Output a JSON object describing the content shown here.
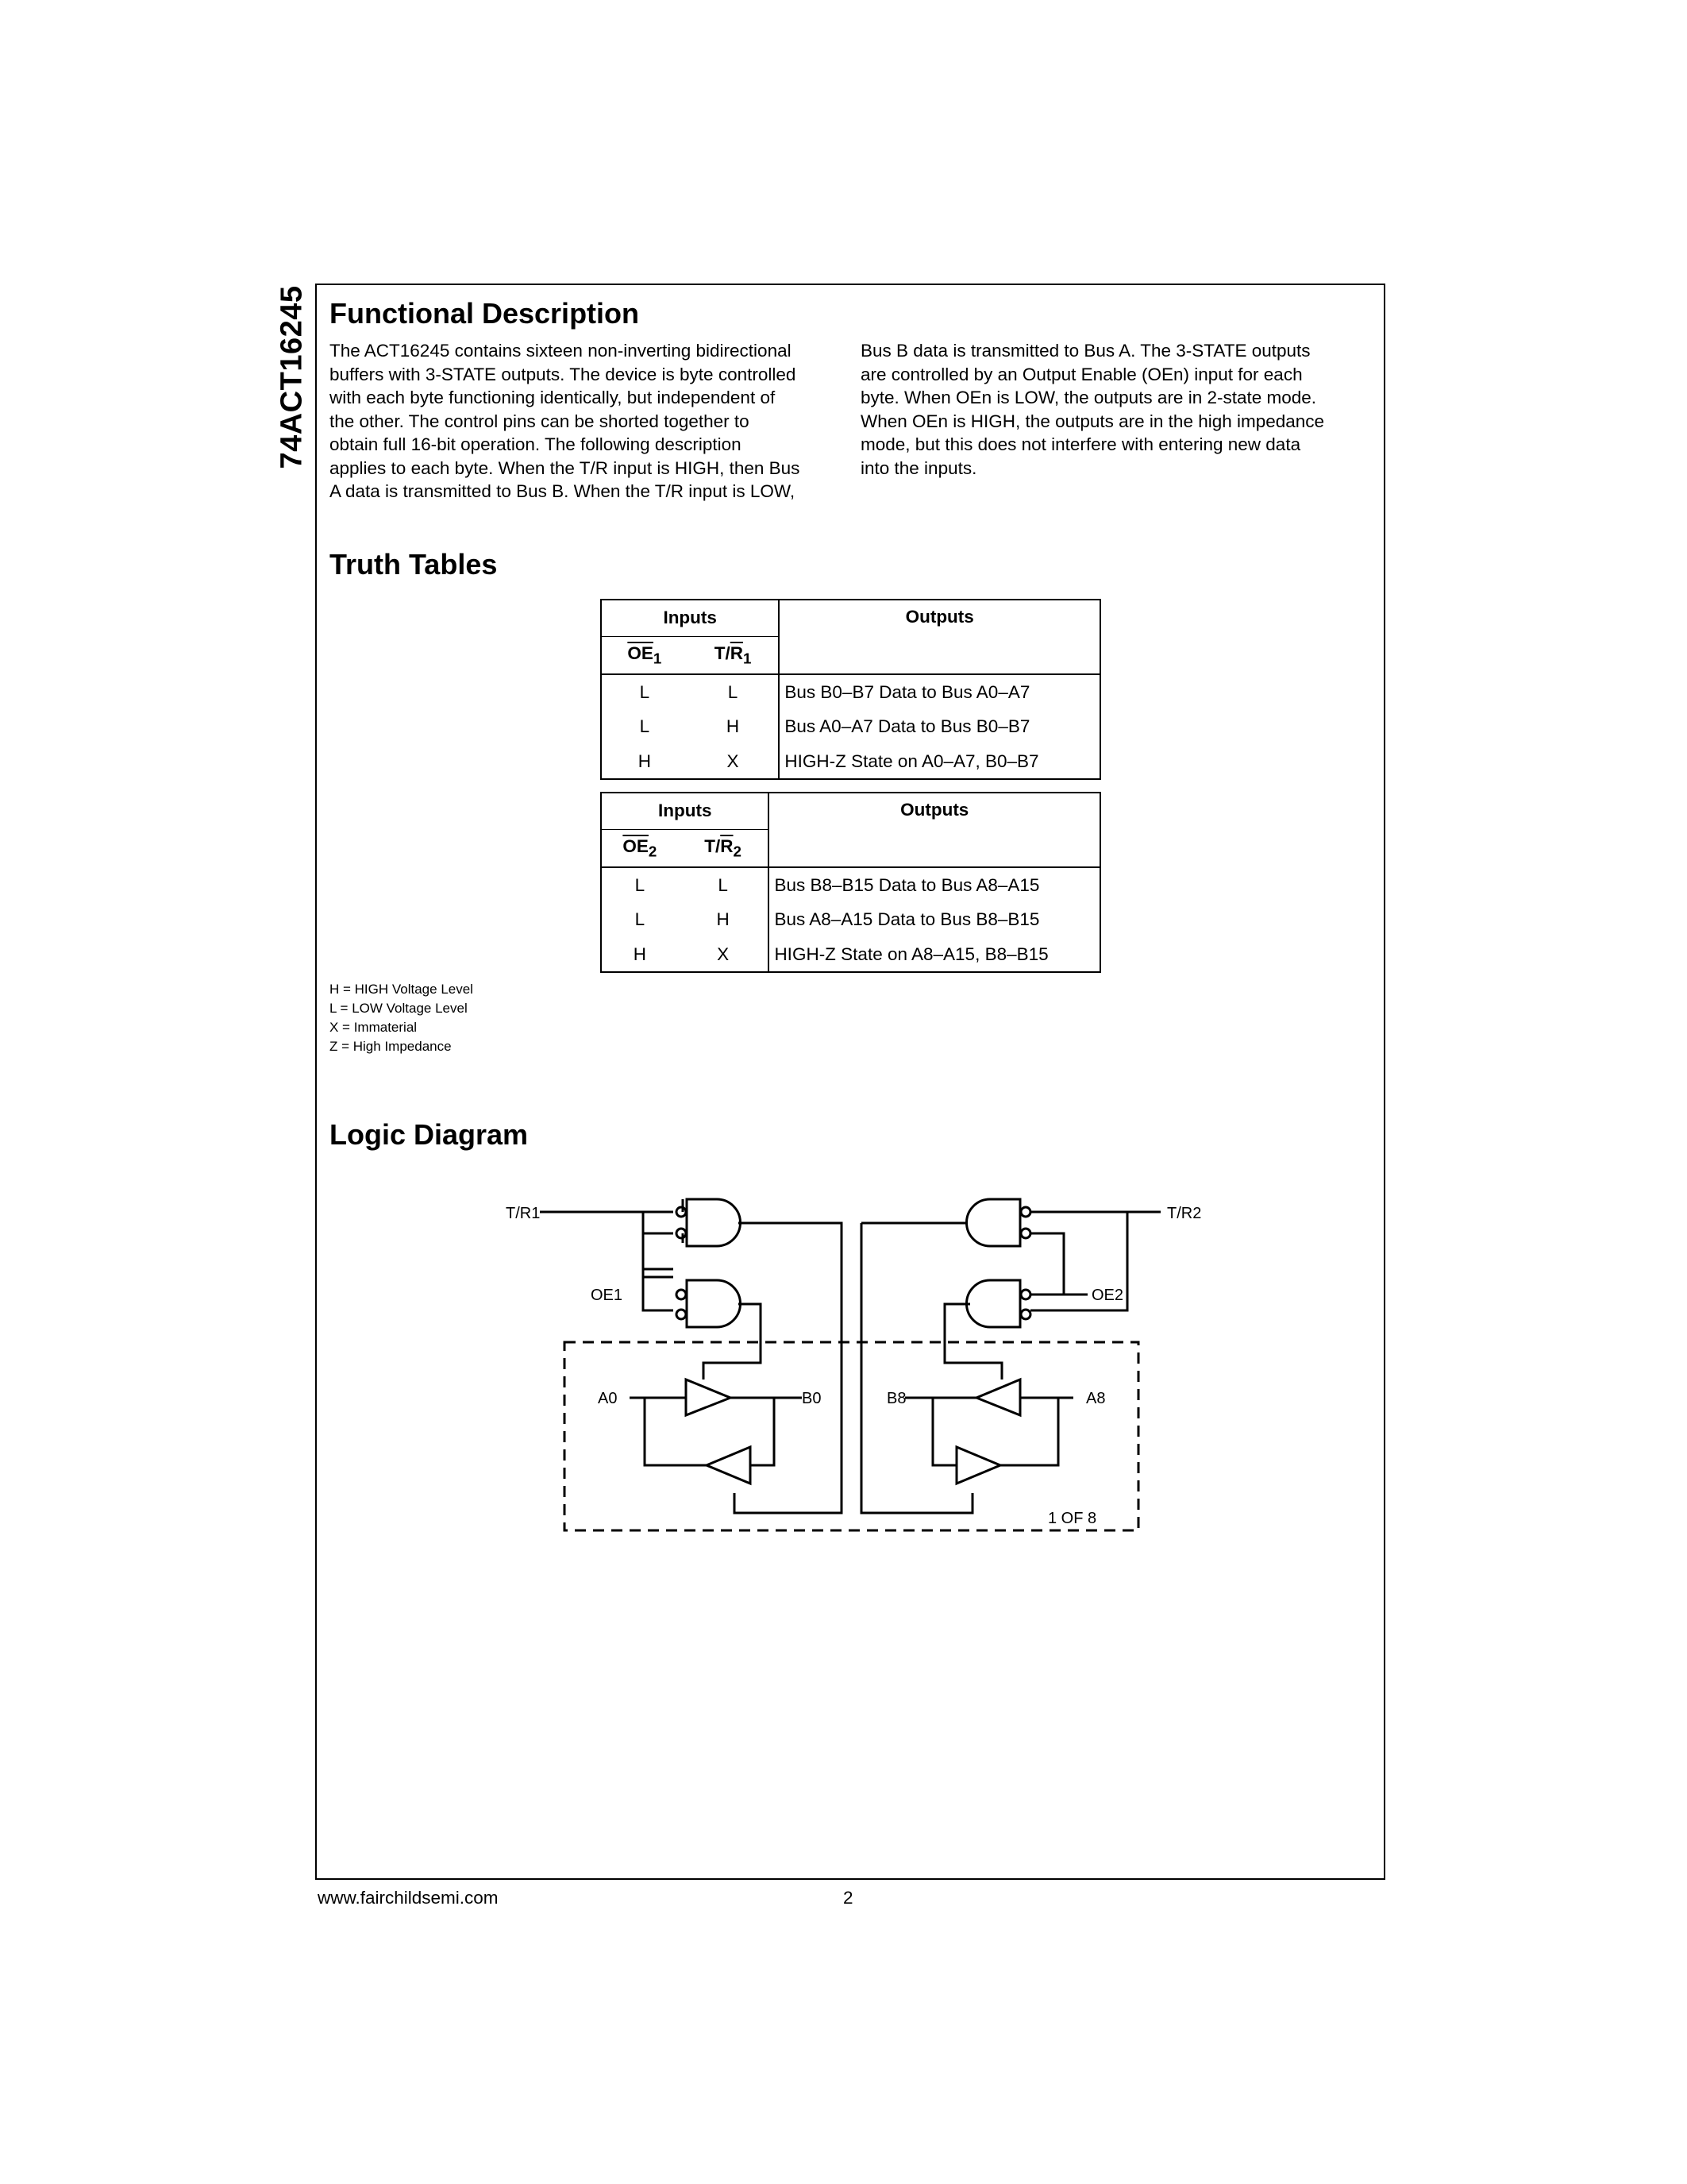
{
  "side_title": "74ACT16245",
  "functional": {
    "heading": "Functional Description",
    "col1": [
      "The ACT16245 contains sixteen non-inverting bidirectional",
      "buffers with 3-STATE outputs. The device is byte controlled",
      "with each byte functioning identically, but independent of",
      "the other. The control pins can be shorted together to",
      "obtain full 16-bit operation. The following description",
      "applies to each byte. When the T/R input is HIGH, then Bus",
      "A data is transmitted to Bus B. When the T/R input is LOW,"
    ],
    "col2": [
      "Bus B data is transmitted to Bus A. The 3-STATE outputs",
      "are controlled by an Output Enable (OEn) input for each",
      "byte. When OEn is LOW, the outputs are in 2-state mode.",
      "When OEn is HIGH, the outputs are in the high impedance",
      "mode, but this does not interfere with entering new data",
      "into the inputs."
    ]
  },
  "truth_tables": {
    "heading": "Truth Tables",
    "inputs_label": "Inputs",
    "outputs_label": "Outputs",
    "table1": {
      "oe": "OE",
      "oe_sub": "1",
      "tr": "T/",
      "tr_bar": "R",
      "tr_sub": "1",
      "rows": [
        {
          "oe": "L",
          "tr": "L",
          "out": "Bus B0–B7 Data to Bus A0–A7"
        },
        {
          "oe": "L",
          "tr": "H",
          "out": "Bus A0–A7 Data to Bus B0–B7"
        },
        {
          "oe": "H",
          "tr": "X",
          "out": "HIGH-Z State on A0–A7, B0–B7"
        }
      ]
    },
    "table2": {
      "oe": "OE",
      "oe_sub": "2",
      "tr": "T/",
      "tr_bar": "R",
      "tr_sub": "2",
      "rows": [
        {
          "oe": "L",
          "tr": "L",
          "out": "Bus B8–B15 Data to Bus A8–A15"
        },
        {
          "oe": "L",
          "tr": "H",
          "out": "Bus A8–A15 Data to Bus B8–B15"
        },
        {
          "oe": "H",
          "tr": "X",
          "out": "HIGH-Z State on A8–A15, B8–B15"
        }
      ]
    }
  },
  "legend": [
    "H = HIGH Voltage Level",
    "L = LOW Voltage Level",
    "X = Immaterial",
    "Z = High Impedance"
  ],
  "logic_diagram": {
    "heading": "Logic Diagram",
    "tr1": "T/R1",
    "tr2": "T/R2",
    "oe1": "OE1",
    "oe2": "OE2",
    "a0": "A0",
    "b0": "B0",
    "b8": "B8",
    "a8": "A8",
    "one_of_eight": "1 OF 8"
  },
  "footer": {
    "url": "www.fairchildsemi.com",
    "page": "2"
  }
}
